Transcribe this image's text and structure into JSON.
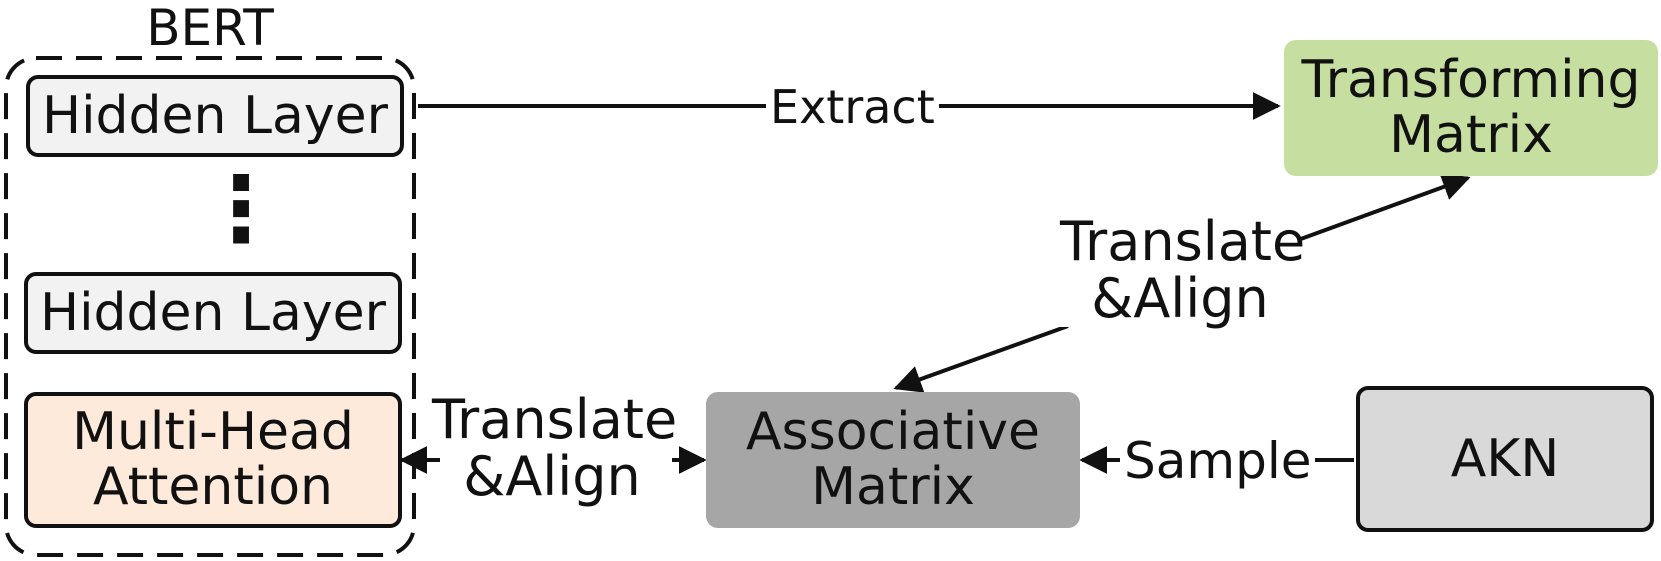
{
  "bert": {
    "title": "BERT",
    "hidden_layer_top": "Hidden Layer",
    "ellipsis": "⋮",
    "hidden_layer_bottom": "Hidden Layer",
    "attention": [
      "Multi-Head",
      "Attention"
    ]
  },
  "nodes": {
    "transforming": [
      "Transforming",
      "Matrix"
    ],
    "associative": [
      "Associative",
      "Matrix"
    ],
    "akn": "AKN"
  },
  "edges": {
    "extract": "Extract",
    "translate_align_upper": [
      "Translate",
      "&Align"
    ],
    "translate_align_lower": [
      "Translate",
      "&Align"
    ],
    "sample": "Sample"
  },
  "colors": {
    "hidden_layer_fill": "#f2f2f2",
    "attention_fill": "#fdeadb",
    "transforming_fill": "#c6dea0",
    "associative_fill": "#a6a6a6",
    "akn_fill": "#d9d9d9",
    "stroke": "#111111"
  }
}
